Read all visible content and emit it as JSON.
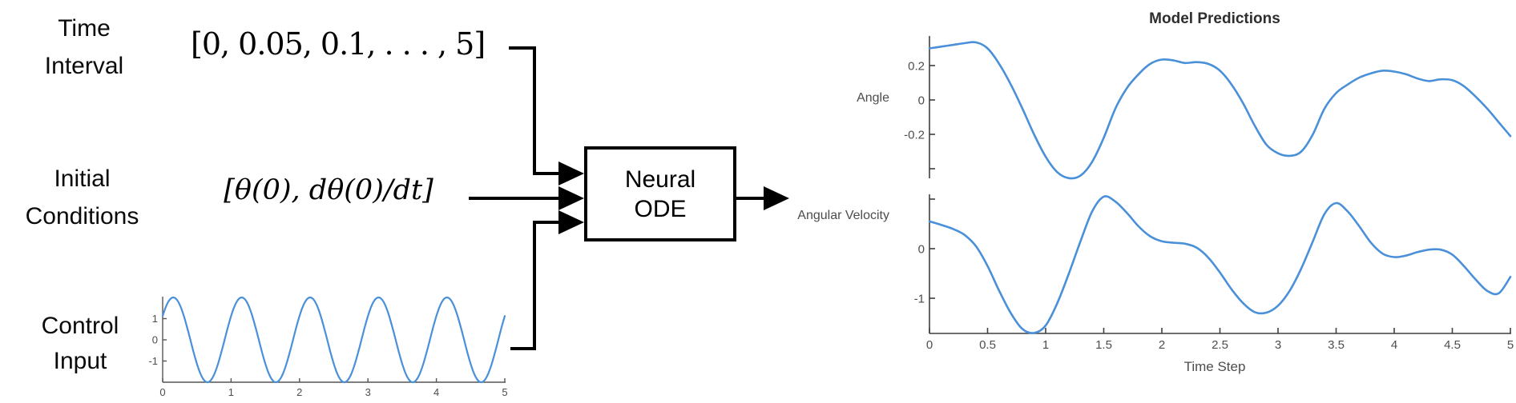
{
  "diagram": {
    "inputs": [
      {
        "label_line1": "Time",
        "label_line2": "Interval",
        "value": "[0, 0.05, 0.1, . . . , 5]"
      },
      {
        "label_line1": "Initial",
        "label_line2": "Conditions",
        "value": "[θ(0), dθ(0)/dt]"
      },
      {
        "label_line1": "Control",
        "label_line2": "Input"
      }
    ],
    "processor": {
      "line1": "Neural",
      "line2": "ODE"
    }
  },
  "figure": {
    "title": "Model Predictions",
    "angle_ylabel": "Angle",
    "velocity_ylabel": "Angular Velocity",
    "xlabel": "Time Step"
  },
  "colors": {
    "line_blue": "#4a90d9",
    "diagram_black": "#000000",
    "axis_gray": "#3f3f3f",
    "tick_label_gray": "#4d4d4d",
    "mini_axis_gray": "#555555"
  },
  "chart_data": [
    {
      "name": "control_input",
      "type": "line",
      "xlim": [
        0,
        5
      ],
      "ylim": [
        -2,
        2
      ],
      "xticks": [
        {
          "v": 0,
          "label": "0"
        },
        {
          "v": 1,
          "label": "1"
        },
        {
          "v": 2,
          "label": "2"
        },
        {
          "v": 3,
          "label": "3"
        },
        {
          "v": 4,
          "label": "4"
        },
        {
          "v": 5,
          "label": "5"
        }
      ],
      "yticks": [
        {
          "v": 1,
          "label": "1"
        },
        {
          "v": 0,
          "label": "0"
        },
        {
          "v": -1,
          "label": "-1"
        }
      ],
      "signal": {
        "shape": "sinusoid",
        "amplitude": 2,
        "period": 1,
        "phase_fraction": 0.095,
        "x_start": 0,
        "x_end": 5
      }
    },
    {
      "name": "angle",
      "type": "line",
      "title": "Model Predictions",
      "ylabel": "Angle",
      "xlim": [
        0,
        5
      ],
      "ylim": [
        -0.5,
        0.36
      ],
      "yticks": [
        {
          "v": 0.2,
          "label": "0.2"
        },
        {
          "v": 0,
          "label": "0"
        },
        {
          "v": -0.2,
          "label": "-0.2"
        },
        {
          "v": -0.4,
          "label": ""
        }
      ],
      "x_start": 0,
      "x_step": 0.1,
      "y": [
        0.3,
        0.31,
        0.32,
        0.33,
        0.335,
        0.3,
        0.21,
        0.09,
        -0.05,
        -0.2,
        -0.33,
        -0.42,
        -0.455,
        -0.44,
        -0.36,
        -0.22,
        -0.05,
        0.07,
        0.15,
        0.21,
        0.235,
        0.23,
        0.215,
        0.22,
        0.21,
        0.17,
        0.09,
        -0.02,
        -0.15,
        -0.26,
        -0.31,
        -0.325,
        -0.3,
        -0.2,
        -0.05,
        0.04,
        0.09,
        0.13,
        0.155,
        0.17,
        0.165,
        0.15,
        0.125,
        0.11,
        0.12,
        0.115,
        0.08,
        0.02,
        -0.05,
        -0.13,
        -0.21
      ]
    },
    {
      "name": "angular_velocity",
      "type": "line",
      "ylabel": "Angular Velocity",
      "xlabel": "Time Step",
      "xlim": [
        0,
        5
      ],
      "ylim": [
        -1.72,
        1.1
      ],
      "yticks": [
        {
          "v": 1,
          "label": ""
        },
        {
          "v": 0,
          "label": "0"
        },
        {
          "v": -1,
          "label": "-1"
        }
      ],
      "xticks": [
        {
          "v": 0,
          "label": "0"
        },
        {
          "v": 0.5,
          "label": "0.5"
        },
        {
          "v": 1,
          "label": "1"
        },
        {
          "v": 1.5,
          "label": "1.5"
        },
        {
          "v": 2,
          "label": "2"
        },
        {
          "v": 2.5,
          "label": "2.5"
        },
        {
          "v": 3,
          "label": "3"
        },
        {
          "v": 3.5,
          "label": "3.5"
        },
        {
          "v": 4,
          "label": "4"
        },
        {
          "v": 4.5,
          "label": "4.5"
        },
        {
          "v": 5,
          "label": "5"
        }
      ],
      "x_start": 0,
      "x_step": 0.1,
      "y": [
        0.55,
        0.48,
        0.4,
        0.28,
        0.05,
        -0.35,
        -0.85,
        -1.3,
        -1.62,
        -1.7,
        -1.55,
        -1.1,
        -0.5,
        0.15,
        0.75,
        1.05,
        0.95,
        0.72,
        0.45,
        0.25,
        0.15,
        0.12,
        0.1,
        0.02,
        -0.18,
        -0.48,
        -0.82,
        -1.1,
        -1.28,
        -1.29,
        -1.15,
        -0.85,
        -0.4,
        0.15,
        0.7,
        0.92,
        0.75,
        0.45,
        0.12,
        -0.1,
        -0.17,
        -0.14,
        -0.07,
        -0.02,
        -0.02,
        -0.12,
        -0.35,
        -0.62,
        -0.85,
        -0.9,
        -0.57
      ]
    }
  ]
}
